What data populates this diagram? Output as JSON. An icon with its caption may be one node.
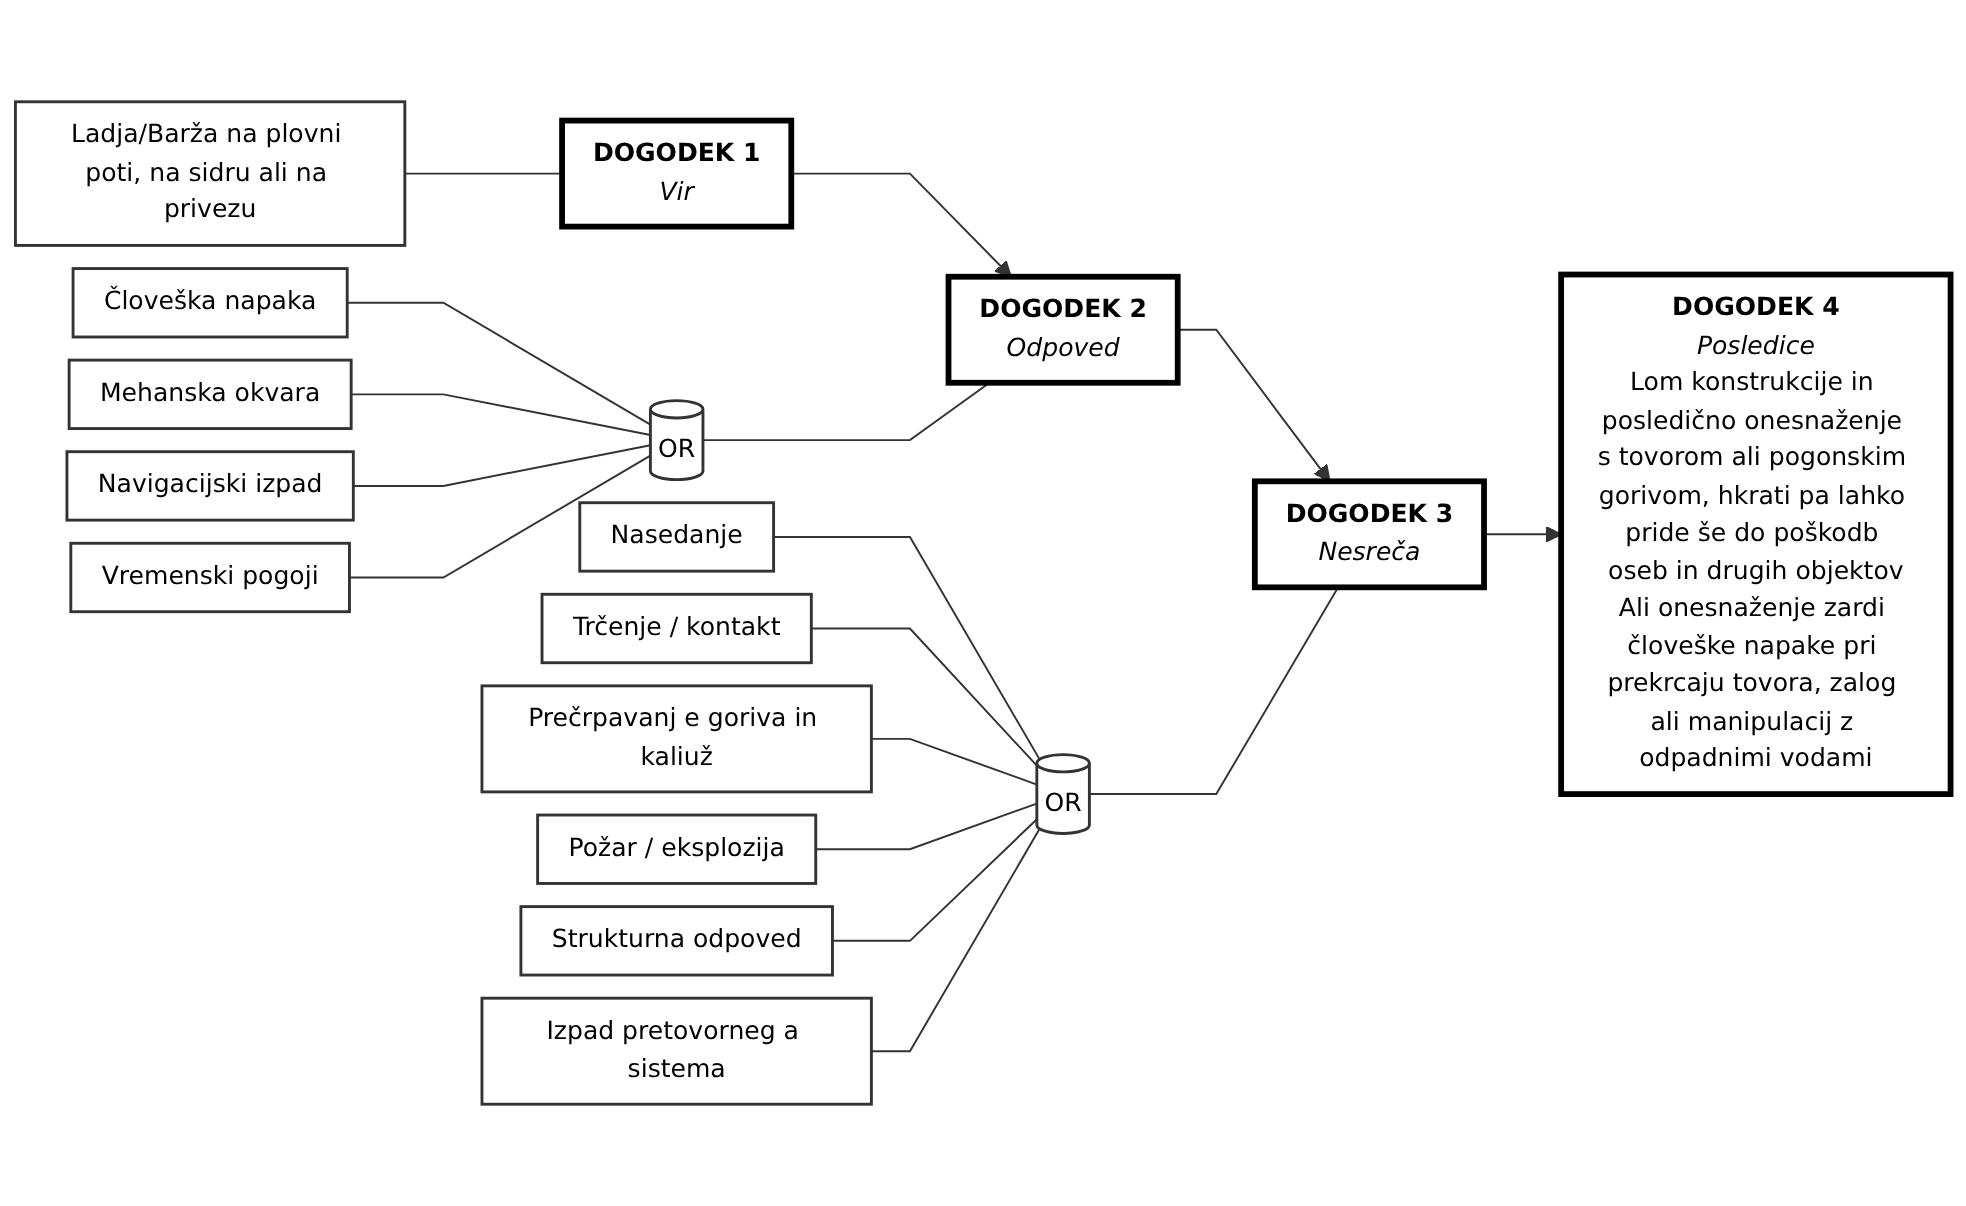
{
  "diagram": {
    "nodes": [
      {
        "text": [
          "DOGODEK 1",
          "Vir"
        ]
      },
      {
        "text": [
          "Ladja/Barža na plovni poti, na sidru ali na privezu"
        ]
      },
      {
        "text": [
          "DOGODEK 2",
          "Odpoved"
        ]
      },
      {
        "text": [
          "OR"
        ]
      },
      {
        "text": [
          "Človeška napaka"
        ]
      },
      {
        "text": [
          "Mehanska okvara"
        ]
      },
      {
        "text": [
          "Navigacijski izpad"
        ]
      },
      {
        "text": [
          "Vremenski pogoji"
        ]
      },
      {
        "text": [
          "DOGODEK 3",
          "Nesreča"
        ]
      },
      {
        "text": [
          "Nasedanje"
        ]
      },
      {
        "text": [
          "OR"
        ]
      },
      {
        "text": [
          "Trčenje / kontakt"
        ]
      },
      {
        "text": [
          "Prečrpavanj e goriva in kaliuž"
        ]
      },
      {
        "text": [
          "Požar / eksplozija"
        ]
      },
      {
        "text": [
          "Strukturna odpoved"
        ]
      },
      {
        "text": [
          "Izpad pretovorneg a sistema"
        ]
      },
      {
        "text": [
          "DOGODEK 4",
          "Posledice",
          "Lom konstrukcije in posledično onesnaženje s tovorom ali pogonskim gorivom, hkrati pa lahko pride še do poškodb oseb in drugih objektov",
          "Ali onesnaženje zardi človeške napake pri prekrcaju tovora, zalog ali manipulacij z odpadnimi vodami"
        ]
      }
    ],
    "edges": [
      {
        "from": 1,
        "to": 0,
        "arrow": "none"
      },
      {
        "from": 0,
        "to": 2,
        "arrow": "to"
      },
      {
        "from": 3,
        "to": 2,
        "arrow": "none"
      },
      {
        "from": 4,
        "to": 3,
        "arrow": "none"
      },
      {
        "from": 5,
        "to": 3,
        "arrow": "none"
      },
      {
        "from": 6,
        "to": 3,
        "arrow": "none"
      },
      {
        "from": 7,
        "to": 3,
        "arrow": "none"
      },
      {
        "from": 2,
        "to": 8,
        "arrow": "to"
      },
      {
        "from": 10,
        "to": 8,
        "arrow": "none"
      },
      {
        "from": 9,
        "to": 10,
        "arrow": "none"
      },
      {
        "from": 11,
        "to": 10,
        "arrow": "none"
      },
      {
        "from": 12,
        "to": 10,
        "arrow": "none"
      },
      {
        "from": 13,
        "to": 10,
        "arrow": "none"
      },
      {
        "from": 14,
        "to": 10,
        "arrow": "none"
      },
      {
        "from": 15,
        "to": 10,
        "arrow": "none"
      },
      {
        "from": 8,
        "to": 16,
        "arrow": "to"
      }
    ]
  }
}
